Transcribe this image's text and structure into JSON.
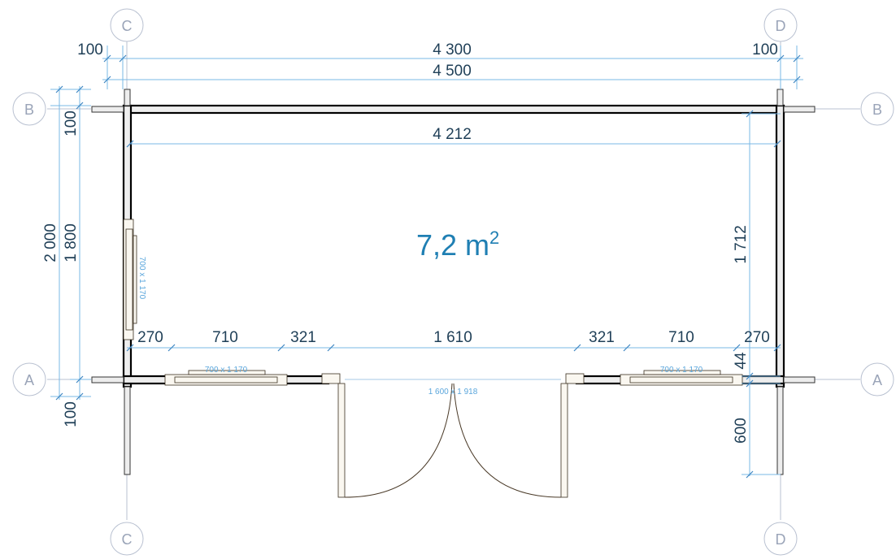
{
  "axes": {
    "a_left": "A",
    "a_right": "A",
    "b_left": "B",
    "b_right": "B",
    "c_top": "C",
    "c_bottom": "C",
    "d_top": "D",
    "d_bottom": "D"
  },
  "dimensions": {
    "top_overhang_left": "100",
    "top_inner_span": "4 300",
    "top_overhang_right": "100",
    "top_total": "4 500",
    "inner_width": "4 212",
    "left_total_height": "2 000",
    "left_inner_height": "1 800",
    "left_overhang_top": "100",
    "left_overhang_bottom": "100",
    "right_inner_height": "1 712",
    "right_small": "44",
    "right_canopy": "600",
    "front_segments": [
      "270",
      "710",
      "321",
      "1 610",
      "321",
      "710",
      "270"
    ]
  },
  "openings": {
    "window_left_side": "700 x 1 170",
    "window_front_left": "700 x 1 170",
    "window_front_right": "700 x 1 170",
    "door": "1 600 x 1 918"
  },
  "area": {
    "value": "7,2 m",
    "unit_exp": "2"
  },
  "colors": {
    "dimension_line": "#79b8e6",
    "dimension_text": "#1f3f57",
    "axis": "#b9c1d1",
    "area_text": "#1f7fb3",
    "wall": "#000000"
  }
}
